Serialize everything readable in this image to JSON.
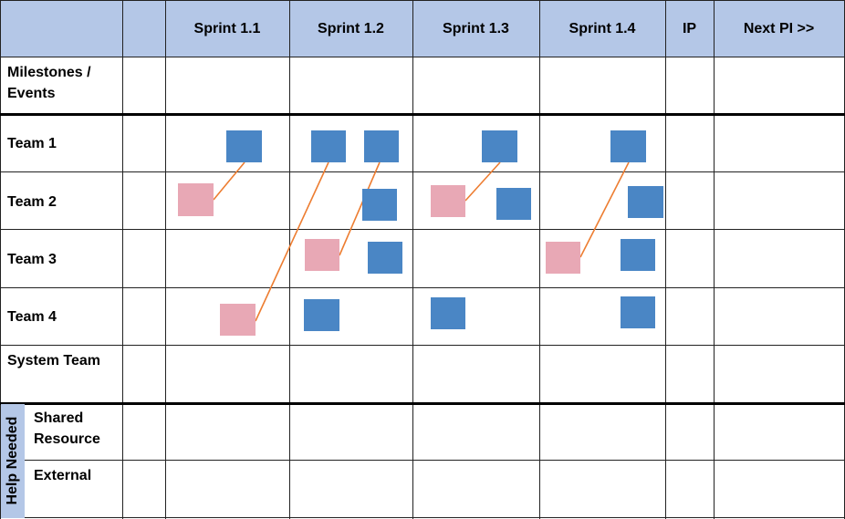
{
  "columns": [
    {
      "label": ""
    },
    {
      "label": ""
    },
    {
      "label": "Sprint 1.1"
    },
    {
      "label": "Sprint 1.2"
    },
    {
      "label": "Sprint 1.3"
    },
    {
      "label": "Sprint 1.4"
    },
    {
      "label": "IP"
    },
    {
      "label": "Next PI >>"
    }
  ],
  "rows": {
    "milestones": "Milestones /\nEvents",
    "team1": "Team 1",
    "team2": "Team 2",
    "team3": "Team 3",
    "team4": "Team 4",
    "system_team": "System Team"
  },
  "help_needed": {
    "label": "Help Needed",
    "shared_resource": "Shared\nResource",
    "external": "External"
  },
  "colors": {
    "header": "#b4c7e7",
    "feature": "#4a86c5",
    "dependency": "#e8a8b5",
    "link": "#ed7d31"
  },
  "cards": [
    {
      "type": "feature",
      "team": "Team 1",
      "sprint": "Sprint 1.1"
    },
    {
      "type": "feature",
      "team": "Team 1",
      "sprint": "Sprint 1.2"
    },
    {
      "type": "feature",
      "team": "Team 1",
      "sprint": "Sprint 1.2"
    },
    {
      "type": "feature",
      "team": "Team 1",
      "sprint": "Sprint 1.3"
    },
    {
      "type": "feature",
      "team": "Team 1",
      "sprint": "Sprint 1.4"
    },
    {
      "type": "dependency",
      "team": "Team 2",
      "sprint": "Sprint 1.1"
    },
    {
      "type": "feature",
      "team": "Team 2",
      "sprint": "Sprint 1.2"
    },
    {
      "type": "dependency",
      "team": "Team 2",
      "sprint": "Sprint 1.3"
    },
    {
      "type": "feature",
      "team": "Team 2",
      "sprint": "Sprint 1.3"
    },
    {
      "type": "feature",
      "team": "Team 2",
      "sprint": "Sprint 1.4"
    },
    {
      "type": "dependency",
      "team": "Team 3",
      "sprint": "Sprint 1.2"
    },
    {
      "type": "feature",
      "team": "Team 3",
      "sprint": "Sprint 1.2"
    },
    {
      "type": "dependency",
      "team": "Team 3",
      "sprint": "Sprint 1.4"
    },
    {
      "type": "feature",
      "team": "Team 3",
      "sprint": "Sprint 1.4"
    },
    {
      "type": "dependency",
      "team": "Team 4",
      "sprint": "Sprint 1.1"
    },
    {
      "type": "feature",
      "team": "Team 4",
      "sprint": "Sprint 1.2"
    },
    {
      "type": "feature",
      "team": "Team 4",
      "sprint": "Sprint 1.3"
    },
    {
      "type": "feature",
      "team": "Team 4",
      "sprint": "Sprint 1.4"
    }
  ],
  "links": [
    {
      "from": 5,
      "to": 0
    },
    {
      "from": 14,
      "to": 1
    },
    {
      "from": 10,
      "to": 2
    },
    {
      "from": 7,
      "to": 3
    },
    {
      "from": 12,
      "to": 4
    }
  ]
}
